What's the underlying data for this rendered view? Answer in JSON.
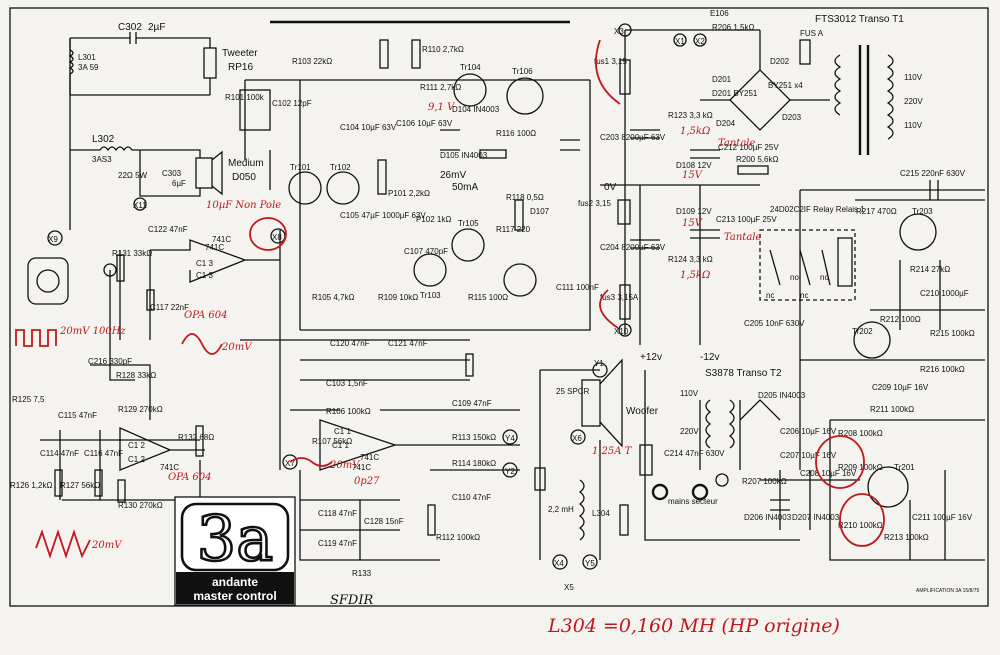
{
  "colors": {
    "ink": "#111111",
    "paper": "#f4f3ef",
    "annotation": "#c0181d"
  },
  "tweeter": {
    "cap": "C302",
    "cap_value": "2µF",
    "coil": "L301",
    "coil_value": "3A 59",
    "label": "Tweeter",
    "part": "RP16"
  },
  "medium": {
    "coil": "L302",
    "coil_value": "3AS3",
    "label": "Medium",
    "part": "D050",
    "node": "X11",
    "r": "22Ω 5W",
    "c": "C303",
    "c_value": "6µF"
  },
  "woofer": {
    "label": "Woofer",
    "part": "25 SPCR",
    "coil": "L304",
    "coil_value": "2,2 mH"
  },
  "transformer_t1": {
    "label": "FTS3012 Transo T1",
    "taps": [
      "110V",
      "220V",
      "110V"
    ]
  },
  "transformer_t2": {
    "label": "S3878 Transo T2",
    "taps": [
      "110V",
      "220V"
    ]
  },
  "relay": {
    "label": "24D02C2IF Relay Relais 1",
    "contacts": [
      "nc",
      "no",
      "nc",
      "no"
    ]
  },
  "bridge": {
    "label": "BY251 x4",
    "diodes": [
      "D201",
      "D202",
      "D203",
      "D204"
    ]
  },
  "rails": {
    "pos": "+12v",
    "neg": "-12v",
    "zero": "0V",
    "v_pos": "+12v",
    "v_neg": "-12v"
  },
  "nodes": [
    "X1",
    "X2",
    "X3",
    "X4",
    "X5",
    "X6",
    "X7",
    "X8",
    "X9",
    "X10",
    "X11",
    "Y1",
    "Y2",
    "Y4",
    "Y5"
  ],
  "mains": {
    "label": "mains secteur",
    "fuse": "FUS A",
    "led": "E106",
    "r206": "R206 1,5kΩ"
  },
  "opamps": [
    {
      "ref": "C1 3",
      "part": "741C",
      "note": "OPA 604"
    },
    {
      "ref": "C1 2",
      "part": "741C",
      "note": "OPA 604"
    },
    {
      "ref": "C1 1",
      "part": "741C",
      "note": "OP27"
    }
  ],
  "transistors": [
    "Tr101",
    "Tr102",
    "Tr103",
    "Tr104",
    "Tr105",
    "Tr106",
    "Tr201",
    "Tr202",
    "Tr203"
  ],
  "parts": {
    "left": [
      "R131 33kΩ",
      "C122 47nF",
      "C117 22nF",
      "R128 33kΩ",
      "R125 7,5",
      "C115 47nF",
      "C116 47nF",
      "C114 47nF",
      "R126 1,2kΩ",
      "R127 56kΩ",
      "R130 270kΩ",
      "R129 270kΩ",
      "R132 68Ω",
      "C216 330pF"
    ],
    "mid": [
      "C120 47nF",
      "C121 47nF",
      "C103 1,5nF",
      "R106 100kΩ",
      "R107 56kΩ",
      "C109 47nF",
      "R113 150kΩ",
      "R114 180kΩ",
      "C110 47nF",
      "C118 47nF",
      "C119 47nF",
      "C128 15nF",
      "R133",
      "R112 100kΩ"
    ],
    "amp": [
      "R101 100k",
      "C102 12pF",
      "R103 22kΩ",
      "C104 10µF 63V",
      "R110 2,7kΩ",
      "R111 2,7kΩ",
      "C106 10µF 63V",
      "D104 IN4003",
      "D105 IN4003",
      "R116 100Ω",
      "C105 47µF 1000µF 63V",
      "P101 2,2kΩ",
      "P102 1kΩ",
      "C107 470pF",
      "R117 220",
      "R118 0,5Ω",
      "D107",
      "R105 4,7kΩ",
      "R109 10kΩ",
      "R115 100Ω",
      "C111 100nF"
    ],
    "supply": [
      "C203 8200µF 63V",
      "C204 8200µF 63V",
      "R123 3,3 kΩ",
      "R124 3,3 kΩ",
      "D108 12V",
      "D109 12V",
      "C212 100µF 25V",
      "C213 100µF 25V",
      "R200 5,6kΩ",
      "C215 220nF 630V",
      "C205 10nF 630V",
      "fus1 3,15",
      "fus2 3,15",
      "fus3 3,15A"
    ],
    "protect": [
      "R217 470Ω",
      "R214 27kΩ",
      "C210 1000µF",
      "R212 100Ω",
      "R215 100kΩ",
      "R216 100kΩ",
      "R211 100kΩ",
      "R208 100kΩ",
      "R209 100kΩ",
      "R210 100kΩ",
      "R207 100kΩ",
      "C206 10µF 16V",
      "C207 10µF 16V",
      "C208 10µF 16V",
      "C209 10µF 16V",
      "C211 100µF 16V",
      "D205 IN4003",
      "D206 IN4003",
      "D207 IN4003",
      "C214 47nF 630V",
      "R213 100kΩ",
      "D201 BY251"
    ]
  },
  "annotations": {
    "in_signal": "20mV 100Hz",
    "sine1": "20mV",
    "sine2": "20mV",
    "bottom_sq": "20mV",
    "c101": "10µF Non Pole",
    "tantale1": "Tantale",
    "tantale2": "Tantale",
    "zener1": "15V",
    "zener2": "15V",
    "r123_new": "1,5kΩ",
    "r124_new": "1,5kΩ",
    "d104_new": "9,1 V",
    "fuse_note": "1,25A T",
    "opa1": "OPA 604",
    "opa2": "OPA 604",
    "op27": "0p27",
    "voltage": "26mV",
    "current": "50mA",
    "footer": "L304 =0,160 MH (HP origine)"
  },
  "logo": {
    "brand": "3a",
    "line1": "andante",
    "line2": "master control"
  },
  "signature": "SFDIR",
  "stamp": "AMPLIFICATION 3A 15/8/75"
}
